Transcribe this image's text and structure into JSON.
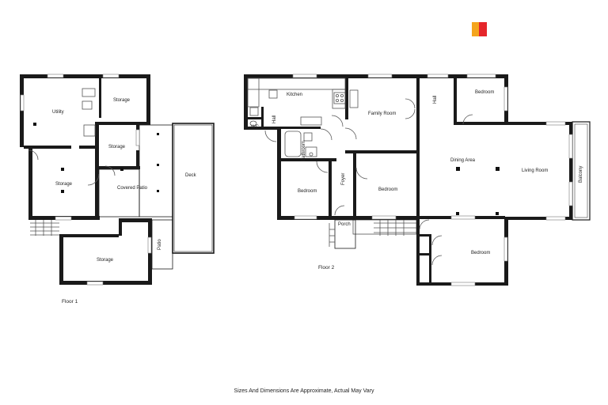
{
  "floor1": {
    "label": "Floor 1",
    "rooms": {
      "utility": "Utility",
      "storage_top": "Storage",
      "storage_mid": "Storage",
      "storage_left": "Storage",
      "covered_patio": "Covered Patio",
      "deck": "Deck",
      "storage_bottom": "Storage",
      "patio": "Patio"
    }
  },
  "floor2": {
    "label": "Floor 2",
    "rooms": {
      "kitchen": "Kitchen",
      "wc": "WC",
      "hall_small": "Hall",
      "bathroom": "Bathroom",
      "family_room": "Family Room",
      "hall": "Hall",
      "bedroom_top": "Bedroom",
      "dining_area": "Dining Area",
      "living_room": "Living Room",
      "balcony": "Balcony",
      "bedroom_left": "Bedroom",
      "foyer": "Foyer",
      "bedroom_center": "Bedroom",
      "porch": "Porch",
      "bedroom_bottom": "Bedroom"
    }
  },
  "disclaimer": "Sizes And Dimensions Are Approximate, Actual May Vary",
  "logo": {
    "colors": [
      "#e5262b",
      "#f4a51d"
    ]
  }
}
